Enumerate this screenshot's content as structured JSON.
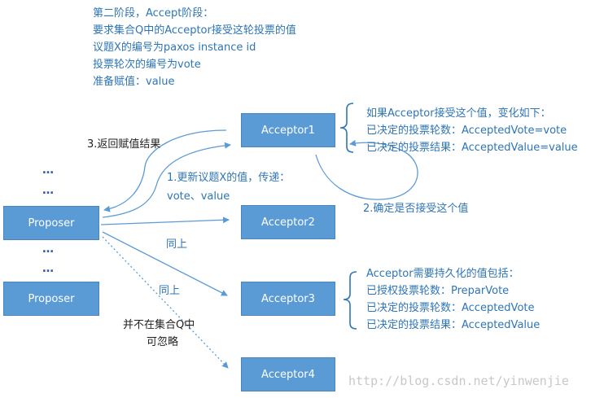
{
  "intro": {
    "lines": [
      "第二阶段，Accept阶段：",
      "要求集合Q中的Acceptor接受这轮投票的值",
      "议题X的编号为paxos instance id",
      "投票轮次的编号为vote",
      "准备赋值：value"
    ]
  },
  "nodes": {
    "proposer1": "Proposer",
    "proposer2": "Proposer",
    "acceptor1": "Acceptor1",
    "acceptor2": "Acceptor2",
    "acceptor3": "Acceptor3",
    "acceptor4": "Acceptor4"
  },
  "dots": {
    "d1": "…",
    "d2": "…",
    "d3": "…",
    "d4": "…"
  },
  "labels": {
    "return_result": "3.返回赋值结果",
    "update_line1": "1.更新议题X的值，传递：",
    "update_line2": "vote、value",
    "same1": "同上",
    "same2": "同上",
    "confirm": "2.确定是否接受这个值",
    "not_in_q_line1": "并不在集合Q中",
    "not_in_q_line2": "可忽略"
  },
  "note_accept": {
    "lines": [
      "如果Acceptor接受这个值，变化如下：",
      "已决定的投票轮数：AcceptedVote=vote",
      "已决定的投票结果：AcceptedValue=value"
    ]
  },
  "note_persist": {
    "lines": [
      "Acceptor需要持久化的值包括：",
      "已授权投票轮数：PreparVote",
      "已决定的投票轮数：AcceptedVote",
      "已决定的投票结果：AcceptedValue"
    ]
  },
  "watermark": "http://blog.csdn.net/yinwenjie",
  "colors": {
    "box_fill": "#5b9bd5",
    "text_blue": "#2e75b6",
    "arrow": "#5b9bd5"
  }
}
